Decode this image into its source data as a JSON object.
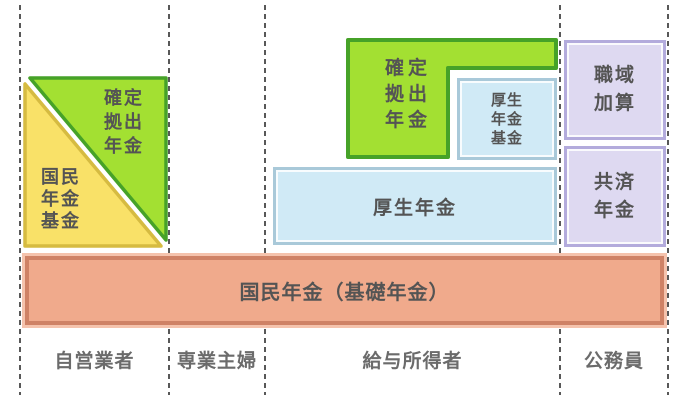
{
  "diagram": {
    "description": "Japanese pension system tier diagram",
    "boxes": {
      "dc_left": "確定\n拠出\n年金",
      "kokumin_kikin": "国民\n年金\n基金",
      "dc_mid": "確定\n拠出\n年金",
      "kosei_kikin": "厚生\n年金\n基金",
      "kosei": "厚生年金",
      "shokuiki": "職域\n加算",
      "kyosai": "共済\n年金",
      "kiso": "国民年金（基礎年金）"
    },
    "columns": {
      "self_employed": "自営業者",
      "housewife": "専業主婦",
      "salaried": "給与所得者",
      "civil_servant": "公務員"
    },
    "colors": {
      "green_fill": "#a3e032",
      "green_border": "#46a228",
      "yellow_fill": "#f9e168",
      "yellow_border": "#d6bb41",
      "blue_fill": "#d0eaf6",
      "blue_border": "#a9c9d9",
      "purple_fill": "#ded9f1",
      "purple_border": "#b3abdc",
      "salmon_fill": "#f0aa8c",
      "salmon_border": "#cf8266",
      "salmon_outer": "#f5c3ad",
      "dashed_line": "#2f2f2f",
      "box_text": "#545454",
      "label_text": "#6b6b6b"
    }
  }
}
